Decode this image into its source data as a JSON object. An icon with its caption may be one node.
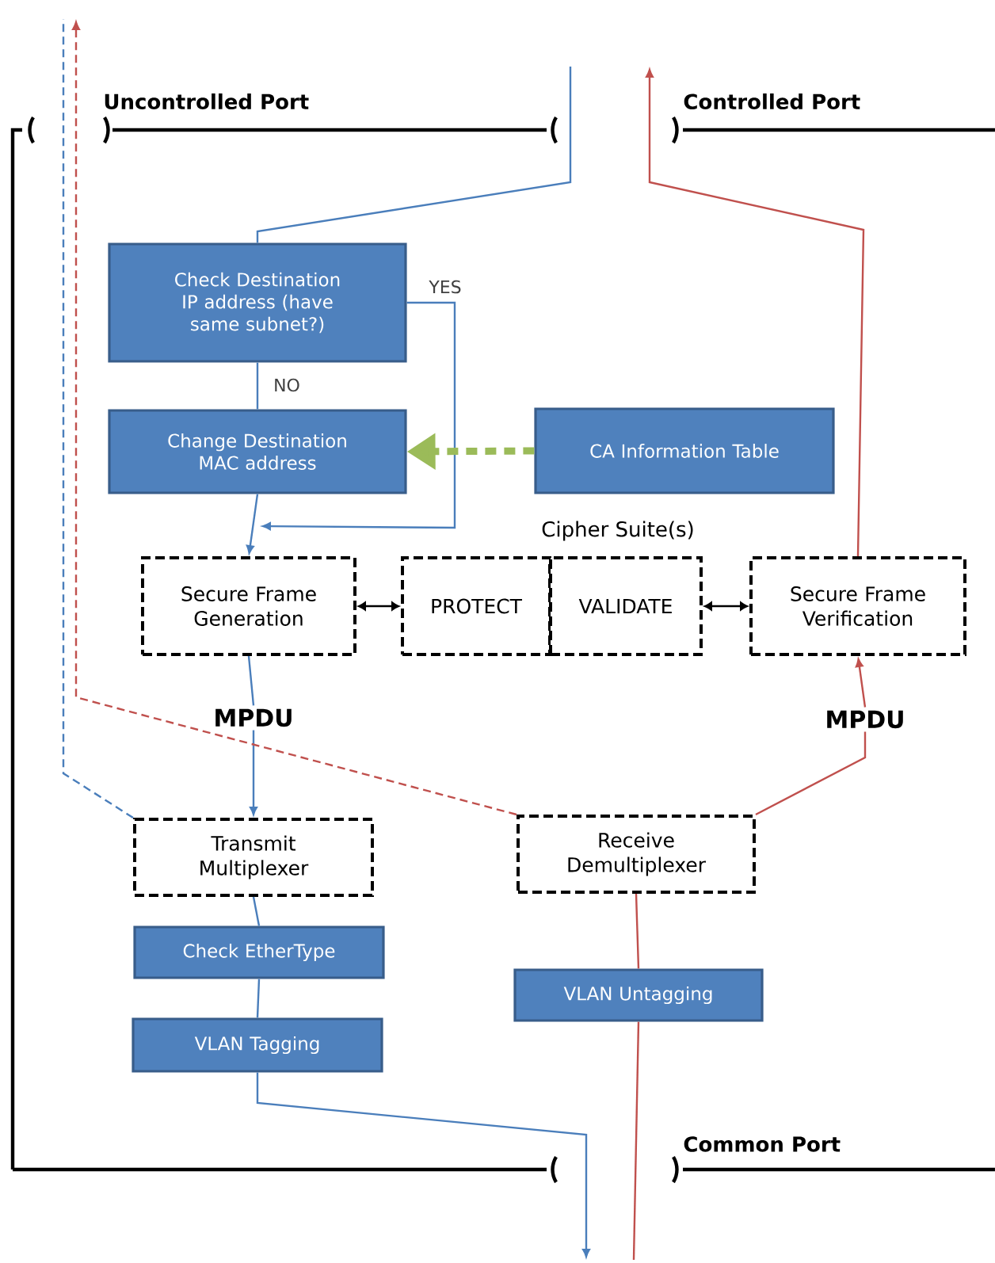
{
  "diagram": {
    "nodes": [
      {
        "text": [
          "Check Destination IP address (have same subnet?)"
        ]
      },
      {
        "text": [
          "Change Destination MAC address"
        ]
      },
      {
        "text": [
          "CA Information Table"
        ]
      },
      {
        "text": [
          "Secure Frame Generation"
        ]
      },
      {
        "text": [
          "PROTECT"
        ]
      },
      {
        "text": [
          "VALIDATE"
        ]
      },
      {
        "text": [
          "Secure Frame Verification"
        ]
      },
      {
        "text": [
          "MPDU"
        ]
      },
      {
        "text": [
          "Transmit Multiplexer"
        ]
      },
      {
        "text": [
          "Receive Demultiplexer"
        ]
      },
      {
        "text": [
          "MPDU"
        ]
      },
      {
        "text": [
          "Check EtherType"
        ]
      },
      {
        "text": [
          "VLAN Tagging"
        ]
      },
      {
        "text": [
          "VLAN Untagging"
        ]
      }
    ],
    "edges": [
      {
        "from": null,
        "to": 0,
        "arrow": "none"
      },
      {
        "from": 0,
        "to": 1,
        "arrow": "none",
        "label": "NO"
      },
      {
        "from": 0,
        "to": 3,
        "arrow": "to",
        "label": "YES"
      },
      {
        "from": 1,
        "to": 3,
        "arrow": "to"
      },
      {
        "from": 2,
        "to": 1,
        "arrow": "to",
        "style": "dashed",
        "color": "#9bbb59"
      },
      {
        "from": 3,
        "to": 4,
        "arrow": "both",
        "color": "#000000"
      },
      {
        "from": 5,
        "to": 6,
        "arrow": "both",
        "color": "#000000"
      },
      {
        "from": 6,
        "to": null,
        "arrow": "to",
        "color": "#c0504d"
      },
      {
        "from": 3,
        "to": 7,
        "arrow": "none"
      },
      {
        "from": 7,
        "to": 8,
        "arrow": "to"
      },
      {
        "from": 9,
        "to": 10,
        "arrow": "none",
        "color": "#c0504d"
      },
      {
        "from": 10,
        "to": 6,
        "arrow": "to",
        "color": "#c0504d"
      },
      {
        "from": 8,
        "to": null,
        "arrow": "none",
        "style": "dashed"
      },
      {
        "from": 9,
        "to": null,
        "arrow": "to",
        "style": "dashed",
        "color": "#c0504d"
      },
      {
        "from": 8,
        "to": 11,
        "arrow": "none"
      },
      {
        "from": 11,
        "to": 12,
        "arrow": "none"
      },
      {
        "from": 12,
        "to": null,
        "arrow": "to"
      },
      {
        "from": null,
        "to": 13,
        "arrow": "none",
        "color": "#c0504d"
      },
      {
        "from": 13,
        "to": 9,
        "arrow": "none",
        "color": "#c0504d"
      }
    ],
    "labels": [
      "Uncontrolled Port",
      "Controlled Port",
      "Cipher Suite(s)",
      "Common Port"
    ]
  }
}
